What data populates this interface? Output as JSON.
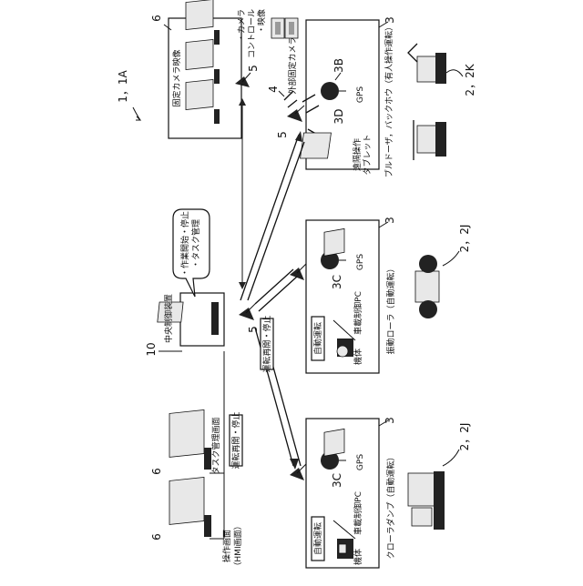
{
  "figure": {
    "label": "1，1A"
  },
  "labels": {
    "monitor_ref": "6",
    "block_ref": "3",
    "antenna_ref": "5",
    "controller_ref": "10",
    "fixed_cam_ref": "4",
    "gps_ref": "3B",
    "pc_ref": "3C",
    "tablet_ref": "3D",
    "gps": "GPS",
    "fixed_camera_video": "固定カメラ映像",
    "camera_control": "・カメラ\nコントロール\n・映像",
    "external_fixed_camera": "外部固定カメラ",
    "remote_tablet": "遠隔操作\nタブレット",
    "onboard_pc_1": "車載制御PC",
    "onboard_pc_2": "車載制御PC",
    "auto_drive_1": "自動運転",
    "auto_drive_2": "自動運転",
    "body_1": "機体",
    "body_2": "機体",
    "central_controller": "中央制御装置",
    "task_bubble": "・作業開始・停止\n・タスク管理",
    "restart_stop_1": "運転再開・停止",
    "restart_stop_2": "運転再開・停止",
    "task_screen": "タスク管理画面",
    "operation_screen": "操作画面\n（HMI画面）"
  },
  "machines": [
    {
      "ref": "2，2K",
      "caption": "ブルドーザ，バックホウ（有人操作運転）"
    },
    {
      "ref": "2，2J",
      "caption": "振動ローラ（自動運転）"
    },
    {
      "ref": "2，2J",
      "caption": "クローラダンプ（自動運転）"
    }
  ]
}
